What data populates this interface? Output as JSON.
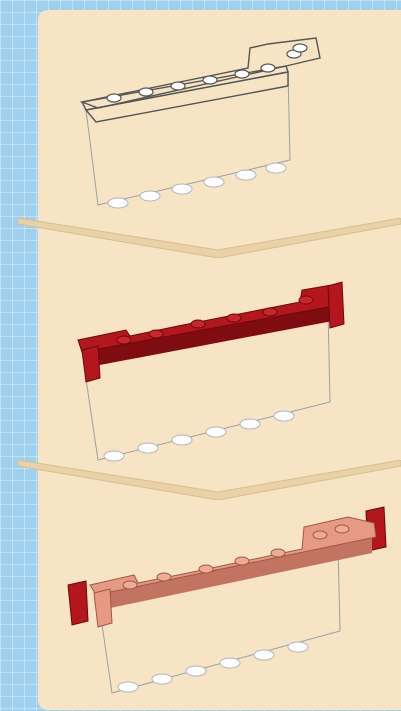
{
  "colors": {
    "background": "#9fd0ee",
    "panel": "#f6e4c5",
    "divider": "#eed8b0",
    "transparent_brick": "#f4f6f7",
    "dark_red_brick": "#b3161c",
    "dark_red_shadow": "#7e0c10",
    "salmon_brick": "#e69a83",
    "salmon_shadow": "#c27362"
  },
  "steps": [
    {
      "icons": [
        "transparent-windscreen-brick"
      ]
    },
    {
      "icons": [
        "transparent-windscreen-brick",
        "dark-red-plate-frame"
      ]
    },
    {
      "icons": [
        "transparent-windscreen-brick",
        "dark-red-plate-frame",
        "salmon-plate-frame"
      ]
    }
  ]
}
